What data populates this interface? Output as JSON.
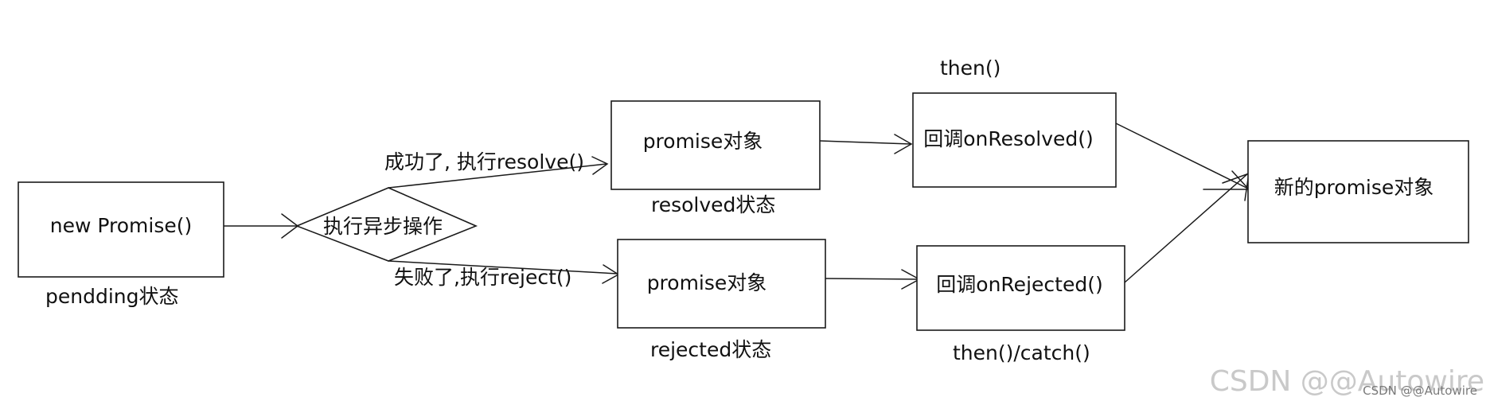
{
  "nodes": {
    "new_promise": "new Promise()",
    "async_op": "执行异步操作",
    "promise_resolved": "promise对象",
    "promise_rejected": "promise对象",
    "on_resolved": "回调onResolved()",
    "on_rejected": "回调onRejected()",
    "new_promise_obj": "新的promise对象"
  },
  "edge_labels": {
    "success": "成功了, 执行resolve()",
    "failure": "失败了,执行reject()"
  },
  "state_labels": {
    "pending": "pendding状态",
    "resolved": "resolved状态",
    "rejected": "rejected状态"
  },
  "method_labels": {
    "then": "then()",
    "then_catch": "then()/catch()"
  },
  "watermark": {
    "main": "CSDN @@Autowire",
    "small": "CSDN @@Autowire"
  }
}
